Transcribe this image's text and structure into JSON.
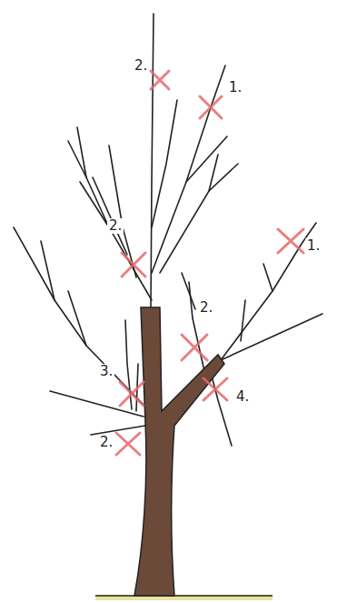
{
  "diagram": {
    "labels": [
      "2.",
      "1.",
      "2.",
      "1.",
      "2.",
      "3.",
      "4.",
      "2."
    ]
  }
}
